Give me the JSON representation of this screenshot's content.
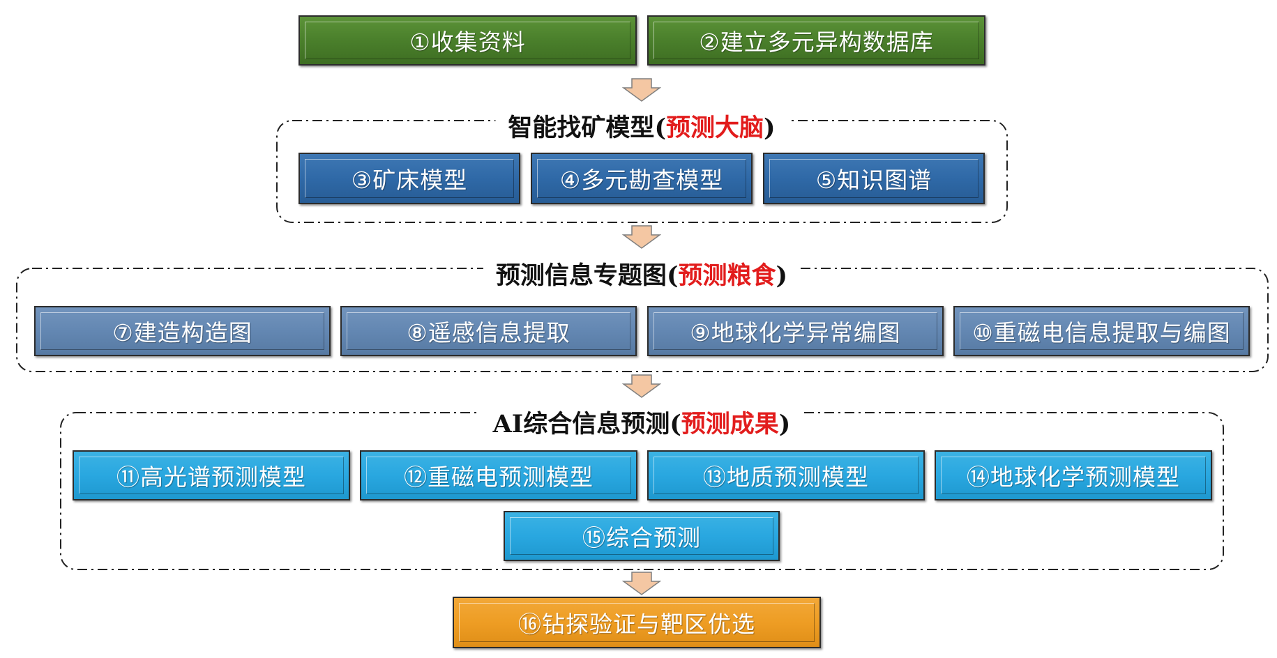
{
  "row1": [
    "①收集资料",
    "②建立多元异构数据库"
  ],
  "section1": {
    "title": "智能找矿模型",
    "title_paren": "预测大脑",
    "boxes": [
      "③矿床模型",
      "④多元勘查模型",
      "⑤知识图谱"
    ]
  },
  "section2": {
    "title": "预测信息专题图",
    "title_paren": "预测粮食",
    "boxes": [
      "⑦建造构造图",
      "⑧遥感信息提取",
      "⑨地球化学异常编图",
      "⑩重磁电信息提取与编图"
    ]
  },
  "section3": {
    "title_prefix": "AI",
    "title": "综合信息预测",
    "title_paren": "预测成果",
    "boxes": [
      "⑪高光谱预测模型",
      "⑫重磁电预测模型",
      "⑬地质预测模型",
      "⑭地球化学预测模型"
    ],
    "bottom_box": "⑮综合预测"
  },
  "final_box": "⑯钻探验证与靶区优选",
  "colors": {
    "green": "#4a7f2b",
    "blue": "#2f69a7",
    "slate": "#6387b2",
    "cyan": "#29a7e0",
    "orange": "#ee9d24",
    "arrow_fill": "#f4c7a3",
    "title_red": "#e21c1c"
  }
}
